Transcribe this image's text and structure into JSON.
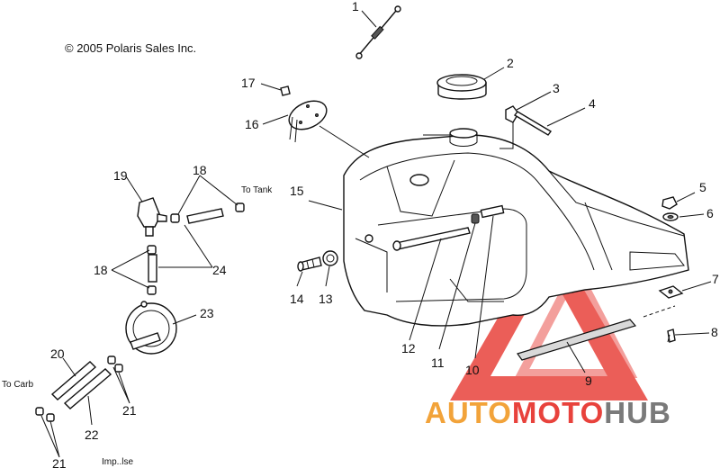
{
  "copyright": "© 2005 Polaris Sales Inc.",
  "notes": {
    "to_tank": "To Tank",
    "to_carb": "To Carb",
    "impulse": "Imp..lse"
  },
  "watermark": {
    "text_auto": "AUTO",
    "text_moto": "MOTO",
    "text_hub": "HUB",
    "color_red": "#e8423c",
    "color_orange": "#f2a33a",
    "color_grey": "#7a7a7a"
  },
  "callouts": {
    "c1": "1",
    "c2": "2",
    "c3": "3",
    "c4": "4",
    "c5": "5",
    "c6": "6",
    "c7": "7",
    "c8": "8",
    "c9": "9",
    "c10": "10",
    "c11": "11",
    "c12": "12",
    "c13": "13",
    "c14": "14",
    "c15": "15",
    "c16": "16",
    "c17": "17",
    "c18a": "18",
    "c18b": "18",
    "c19": "19",
    "c20": "20",
    "c21a": "21",
    "c21b": "21",
    "c22": "22",
    "c23": "23",
    "c24": "24"
  }
}
